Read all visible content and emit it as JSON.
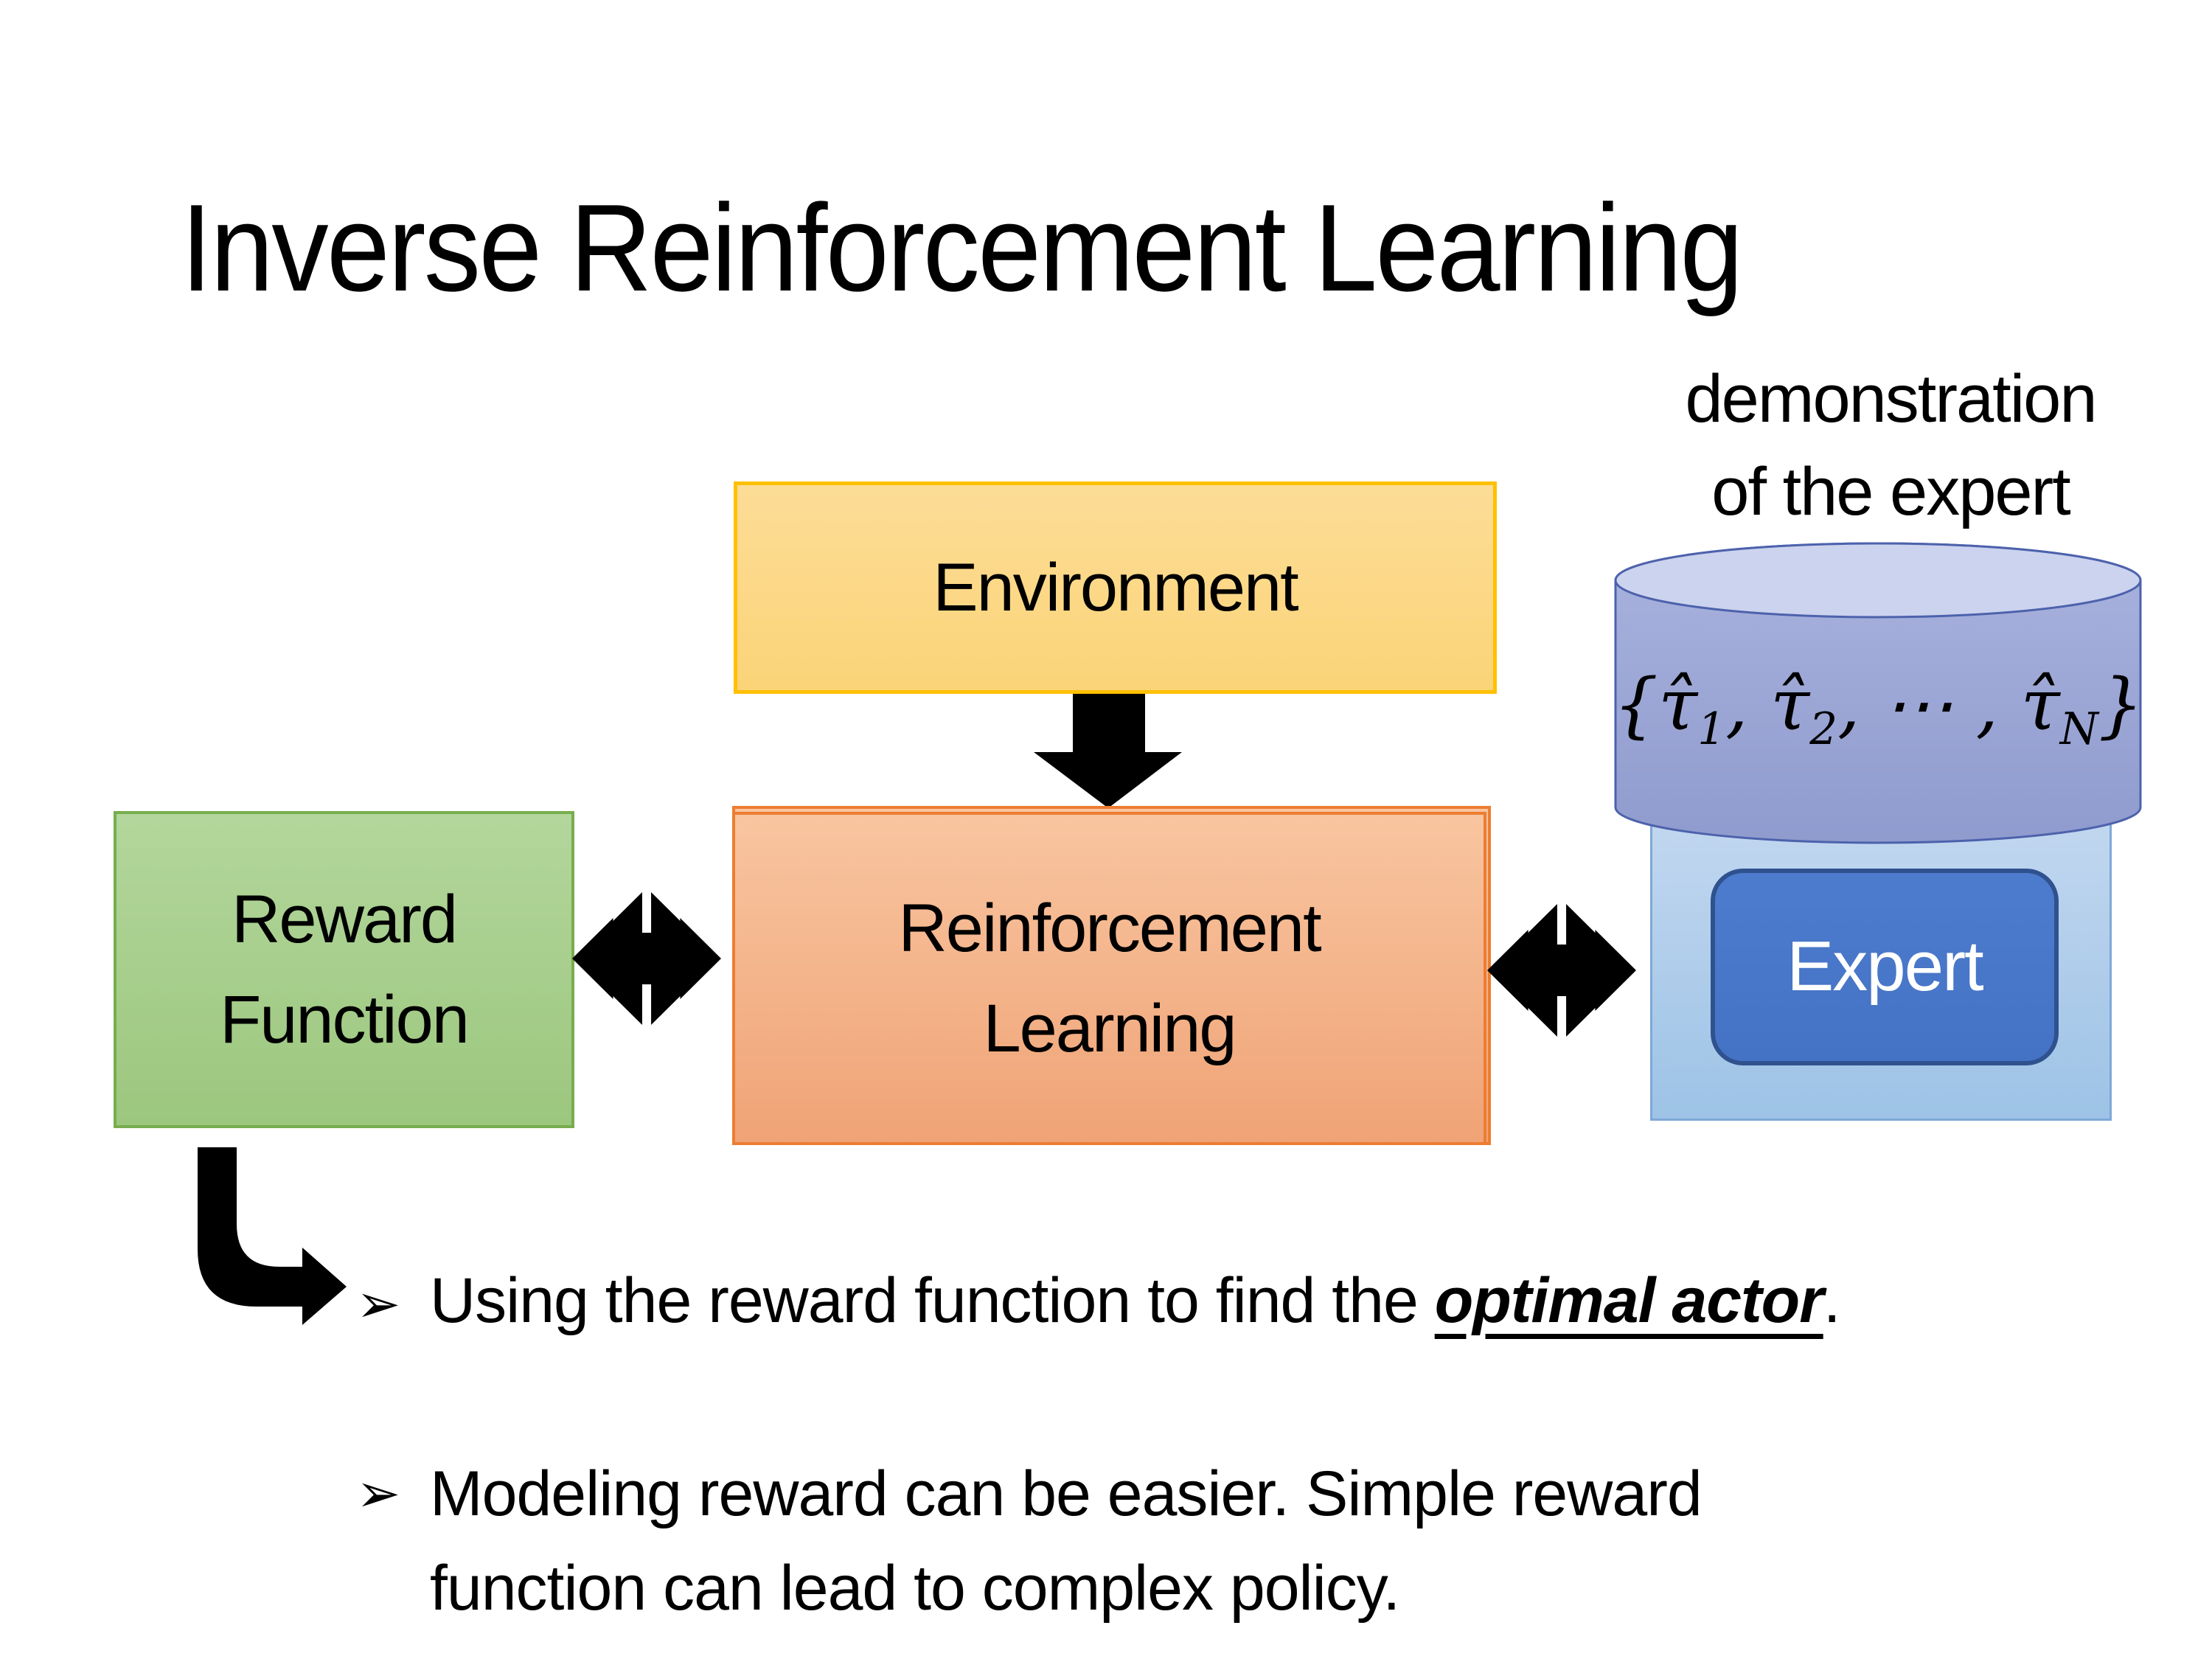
{
  "title": "Inverse Reinforcement Learning",
  "annotation": {
    "line1": "demonstration",
    "line2": "of the expert"
  },
  "boxes": {
    "environment": {
      "label": "Environment"
    },
    "reward": {
      "line1": "Reward",
      "line2": "Function"
    },
    "reinforcement_learning": {
      "line1": "Reinforcement",
      "line2": "Learning"
    },
    "expert": {
      "label": "Expert"
    }
  },
  "cylinder": {
    "formula": {
      "open": "{",
      "tau": "τ̂",
      "sub1": "1",
      "sub2": "2",
      "subN": "N",
      "dots": "⋯",
      "comma": ",",
      "close": "}"
    }
  },
  "bullets": [
    {
      "marker": "➢",
      "text_before": "Using the reward function to find the ",
      "highlight": "optimal actor",
      "text_after": "."
    },
    {
      "marker": "➢",
      "text": "Modeling reward can be easier. Simple reward function can lead to complex policy."
    }
  ],
  "icons": {
    "down_arrow": "thick black down arrow",
    "double_arrow": "black double-headed exchange arrow",
    "bent_arrow": "black elbow arrow down-right"
  },
  "colors": {
    "text": "#000000",
    "arrow_black": "#000000",
    "env_fill_top": "#fcdd97",
    "env_fill_bottom": "#fbd478",
    "env_border": "#ffc000",
    "reward_fill_top": "#b3d69c",
    "reward_fill_bottom": "#9cc77e",
    "reward_border": "#77ad4e",
    "rl_fill_top": "#f8c5a0",
    "rl_fill_bottom": "#f0a376",
    "rl_border": "#ed7d31",
    "cyl_fill_top": "#aab3de",
    "cyl_fill_bottom": "#8f9bce",
    "cyl_top_fill": "#ccd3ee",
    "cyl_border": "#4d62ac",
    "container_fill_top": "#c4d8f0",
    "container_fill_bottom": "#9dc3e6",
    "container_border": "#7fa8d8",
    "expert_fill": "#4472c4",
    "expert_border": "#2f528f"
  }
}
